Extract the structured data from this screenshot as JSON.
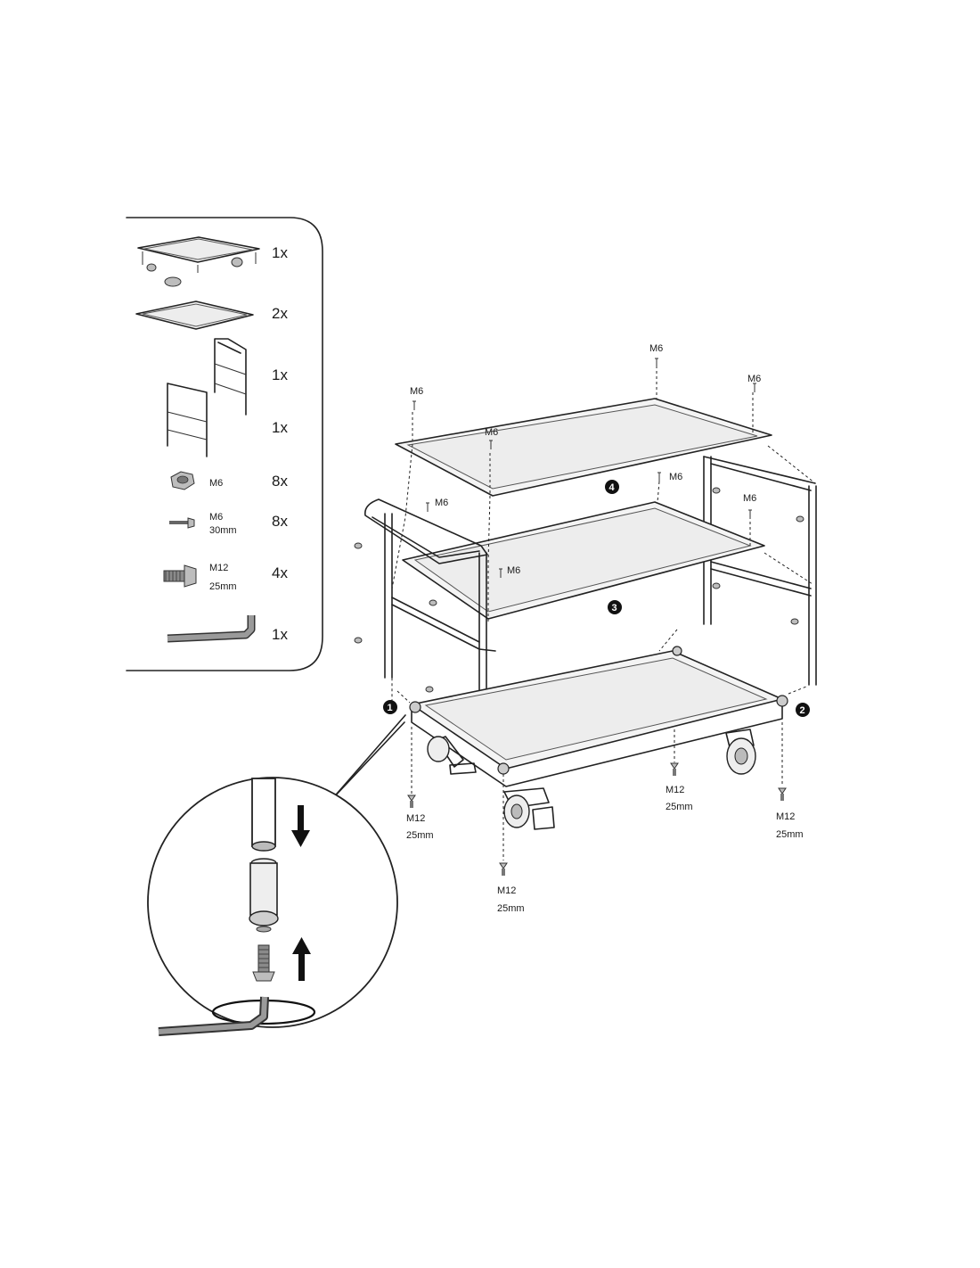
{
  "parts_list": [
    {
      "icon": "base-frame-with-casters-icon",
      "qty": "1x"
    },
    {
      "icon": "shelf-panel-icon",
      "qty": "2x"
    },
    {
      "icon": "side-frame-right-icon",
      "qty": "1x"
    },
    {
      "icon": "side-frame-left-handle-icon",
      "qty": "1x"
    },
    {
      "icon": "hex-nut-icon",
      "label1": "M6",
      "label2": "",
      "qty": "8x"
    },
    {
      "icon": "screw-m6-icon",
      "label1": "M6",
      "label2": "30mm",
      "qty": "8x"
    },
    {
      "icon": "bolt-m12-icon",
      "label1": "M12",
      "label2": "25mm",
      "qty": "4x"
    },
    {
      "icon": "allen-key-icon",
      "qty": "1x"
    }
  ],
  "steps": [
    "1",
    "2",
    "3",
    "4"
  ],
  "screw_labels": {
    "m6": "M6",
    "m12": "M12",
    "m12_len": "25mm"
  }
}
